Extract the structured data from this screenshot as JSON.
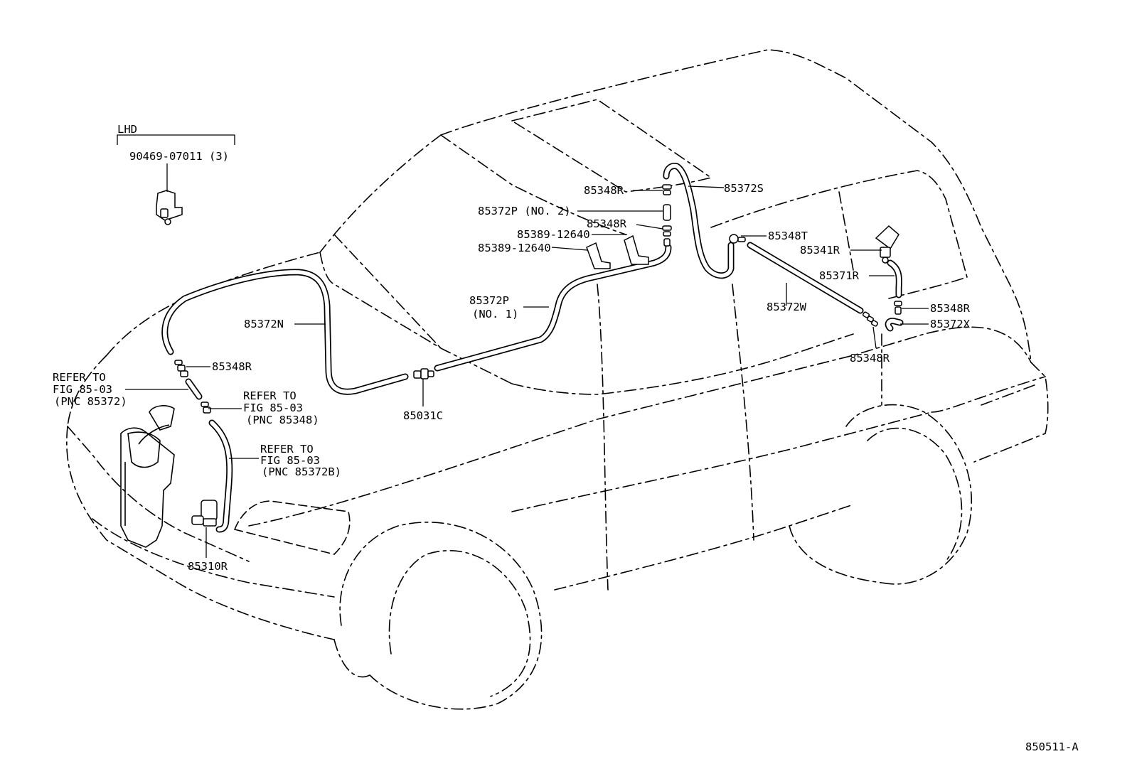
{
  "diagram": {
    "figure_code": "850511-A",
    "lhd_title": "LHD",
    "labels": {
      "p90469": "90469-07011 (3)",
      "p85348R_a": "85348R",
      "p85372S": "85372S",
      "p85372P_no2": "85372P (NO. 2)",
      "p85348R_b": "85348R",
      "p85389_a": "85389-12640",
      "p85389_b": "85389-12640",
      "p85348T": "85348T",
      "p85341R": "85341R",
      "p85371R": "85371R",
      "p85372W": "85372W",
      "p85348R_c": "85348R",
      "p85372X": "85372X",
      "p85348R_d": "85348R",
      "p85372P_no1_line1": "85372P",
      "p85372P_no1_line2": "(NO. 1)",
      "p85372N": "85372N",
      "p85348R_e": "85348R",
      "p85031C": "85031C",
      "p85310R": "85310R",
      "ref1_line1": "REFER TO",
      "ref1_line2": "FIG 85-03",
      "ref1_line3": "(PNC 85372)",
      "ref2_line1": "REFER TO",
      "ref2_line2": "FIG 85-03",
      "ref2_line3": "(PNC 85348)",
      "ref3_line1": "REFER TO",
      "ref3_line2": "FIG 85-03",
      "ref3_line3": "(PNC 85372B)"
    }
  }
}
